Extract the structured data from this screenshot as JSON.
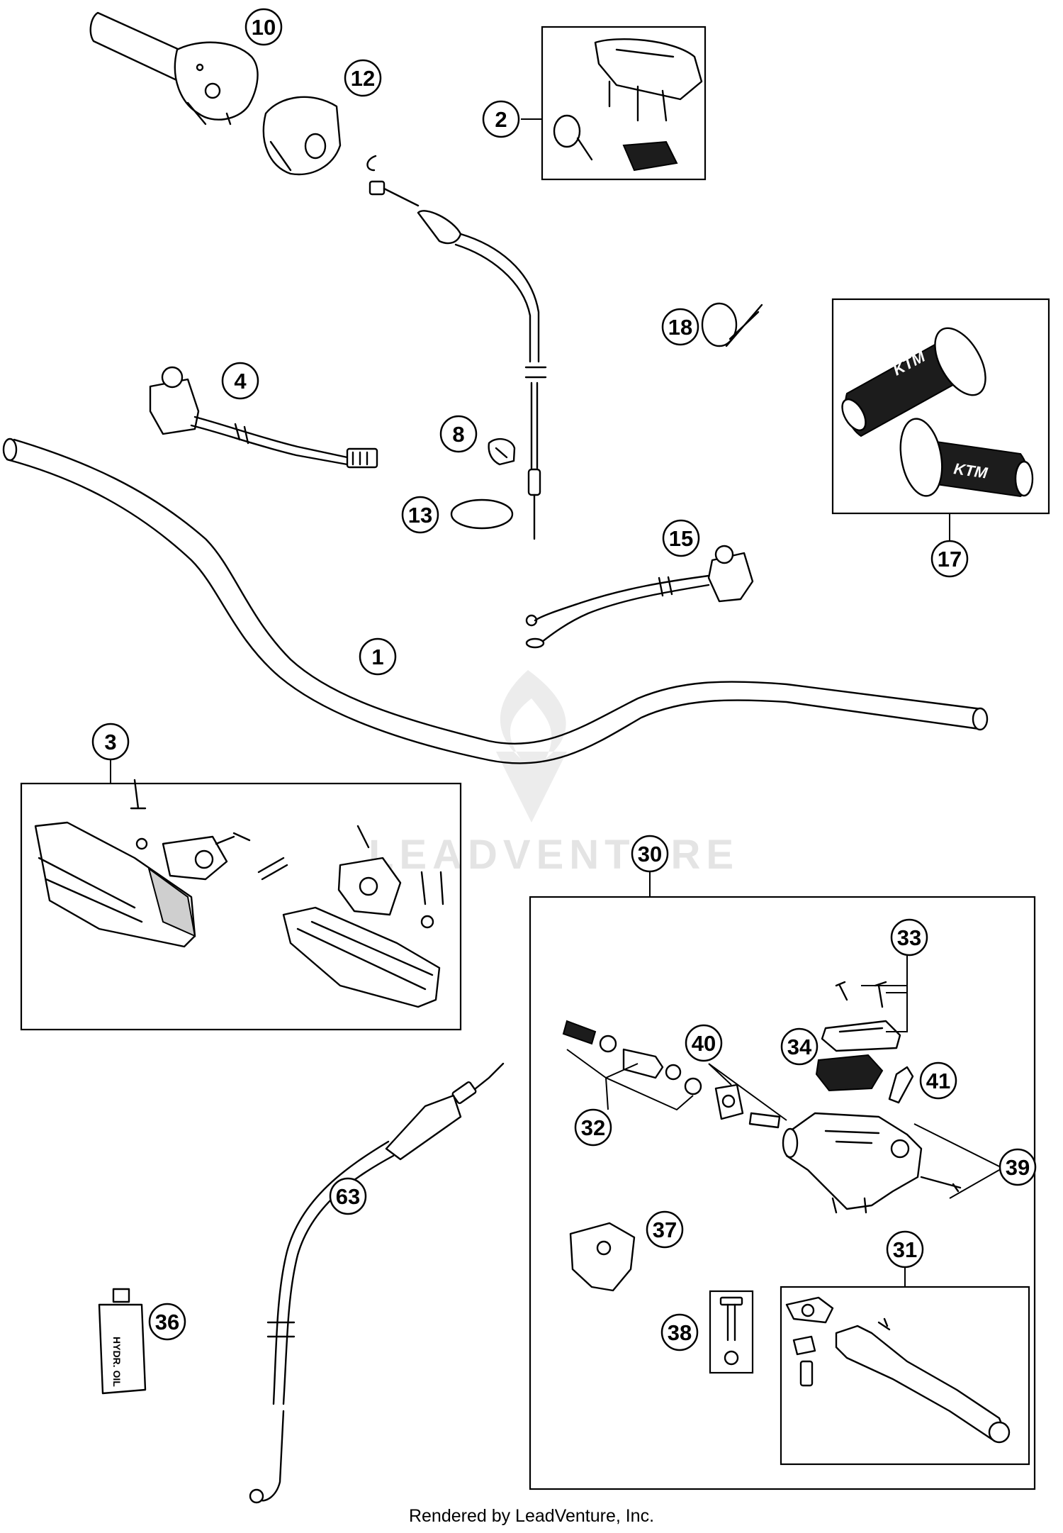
{
  "watermark": {
    "text": "LEADVENTURE"
  },
  "footer": {
    "credit": "Rendered by LeadVenture, Inc."
  },
  "callouts": {
    "c1": "1",
    "c2": "2",
    "c3": "3",
    "c4": "4",
    "c8": "8",
    "c10": "10",
    "c12": "12",
    "c13": "13",
    "c15": "15",
    "c17": "17",
    "c18": "18",
    "c30": "30",
    "c31": "31",
    "c32": "32",
    "c33": "33",
    "c34": "34",
    "c36": "36",
    "c37": "37",
    "c38": "38",
    "c39": "39",
    "c40": "40",
    "c41": "41",
    "c63": "63"
  },
  "labels": {
    "grip_brand": "KTM",
    "oil_bottle": "HYDR. OIL"
  },
  "colors": {
    "line": "#000000",
    "background": "#ffffff",
    "watermark": "#e4e4e4"
  }
}
